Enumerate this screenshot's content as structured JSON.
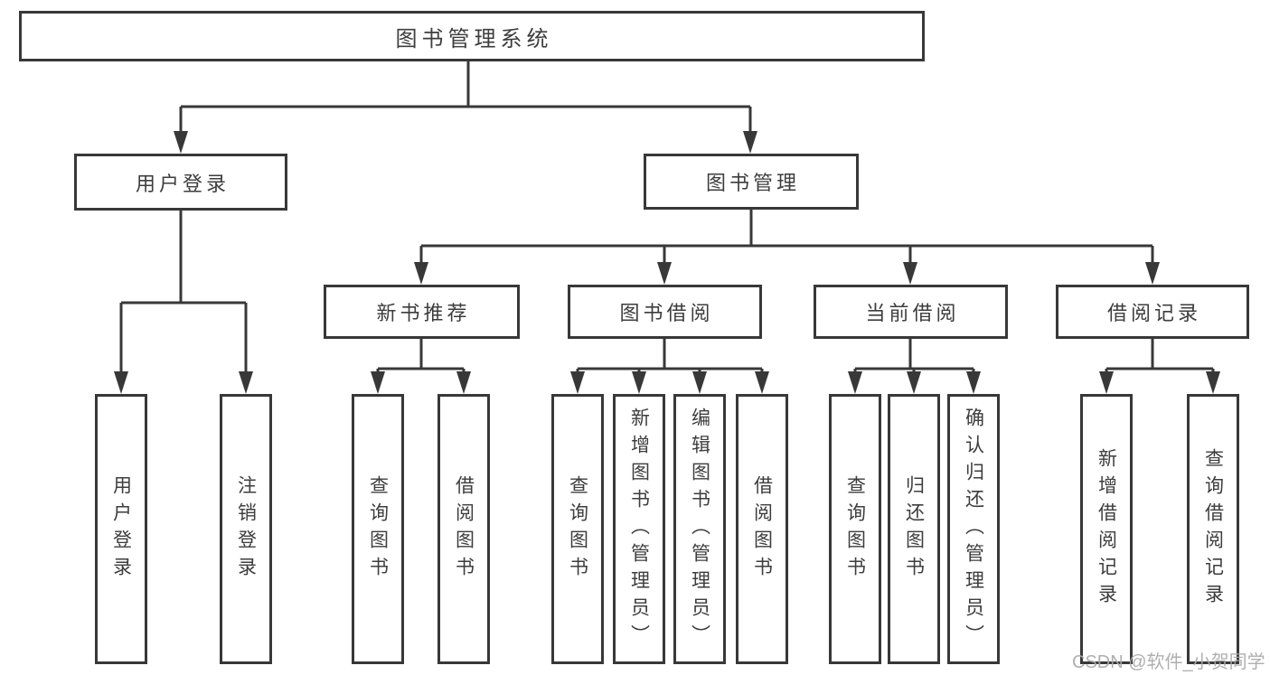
{
  "diagram": {
    "title": "图书管理系统",
    "root": {
      "label": "图书管理系统"
    },
    "branches": [
      {
        "label": "用户登录",
        "children": [
          {
            "label": "用户登录"
          },
          {
            "label": "注销登录"
          }
        ]
      },
      {
        "label": "图书管理",
        "children": [
          {
            "label": "新书推荐",
            "children": [
              {
                "label": "查询图书"
              },
              {
                "label": "借阅图书"
              }
            ]
          },
          {
            "label": "图书借阅",
            "children": [
              {
                "label": "查询图书"
              },
              {
                "label": "新增图书（管理员）"
              },
              {
                "label": "编辑图书（管理员）"
              },
              {
                "label": "借阅图书"
              }
            ]
          },
          {
            "label": "当前借阅",
            "children": [
              {
                "label": "查询图书"
              },
              {
                "label": "归还图书"
              },
              {
                "label": "确认归还（管理员）"
              }
            ]
          },
          {
            "label": "借阅记录",
            "children": [
              {
                "label": "新增借阅记录"
              },
              {
                "label": "查询借阅记录"
              }
            ]
          }
        ]
      }
    ]
  },
  "watermark": {
    "text": "CSDN @软件_小贺同学"
  },
  "colors": {
    "line": "#383838",
    "border": "#383838",
    "text": "#3d3d3d",
    "watermark_text": "#a9a9a9",
    "background": "#ffffff"
  }
}
